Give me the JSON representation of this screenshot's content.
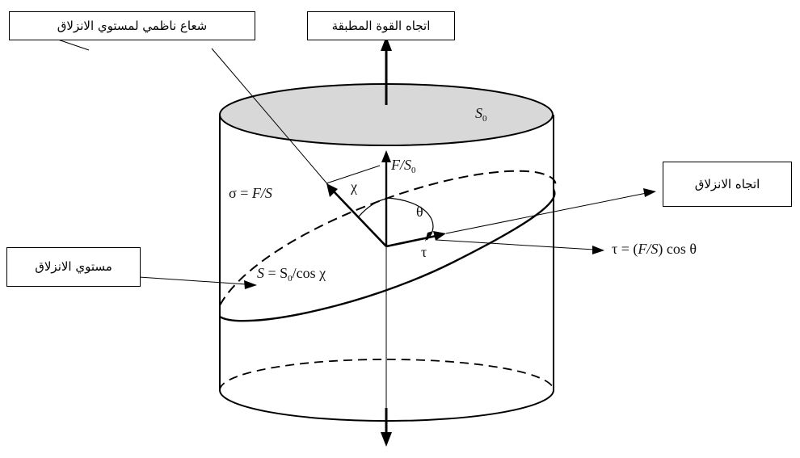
{
  "labels": {
    "normal_to_slip_plane": "شعاع ناظمي لمستوي الانزلاق",
    "applied_force_direction": "اتجاه القوة المطبقة",
    "slip_direction": "اتجاه الانزلاق",
    "slip_plane": "مستوي الانزلاق"
  },
  "math": {
    "area_top": "S",
    "area_top_sub": "0",
    "force_per_area_F": "F",
    "force_per_area_S": "/S",
    "force_per_area_sub": "0",
    "sigma_prefix": "σ = ",
    "sigma_F": "F",
    "sigma_S": "/S",
    "chi": "χ",
    "theta": "θ",
    "tau_small": "τ",
    "tau_prefix": "τ = (",
    "tau_F": "F",
    "tau_S": "/S",
    "tau_suffix": ") cos θ",
    "area_slip_S": "S",
    "area_slip_eq": " = S",
    "area_slip_sub": "0",
    "area_slip_rest": "/cos χ"
  }
}
